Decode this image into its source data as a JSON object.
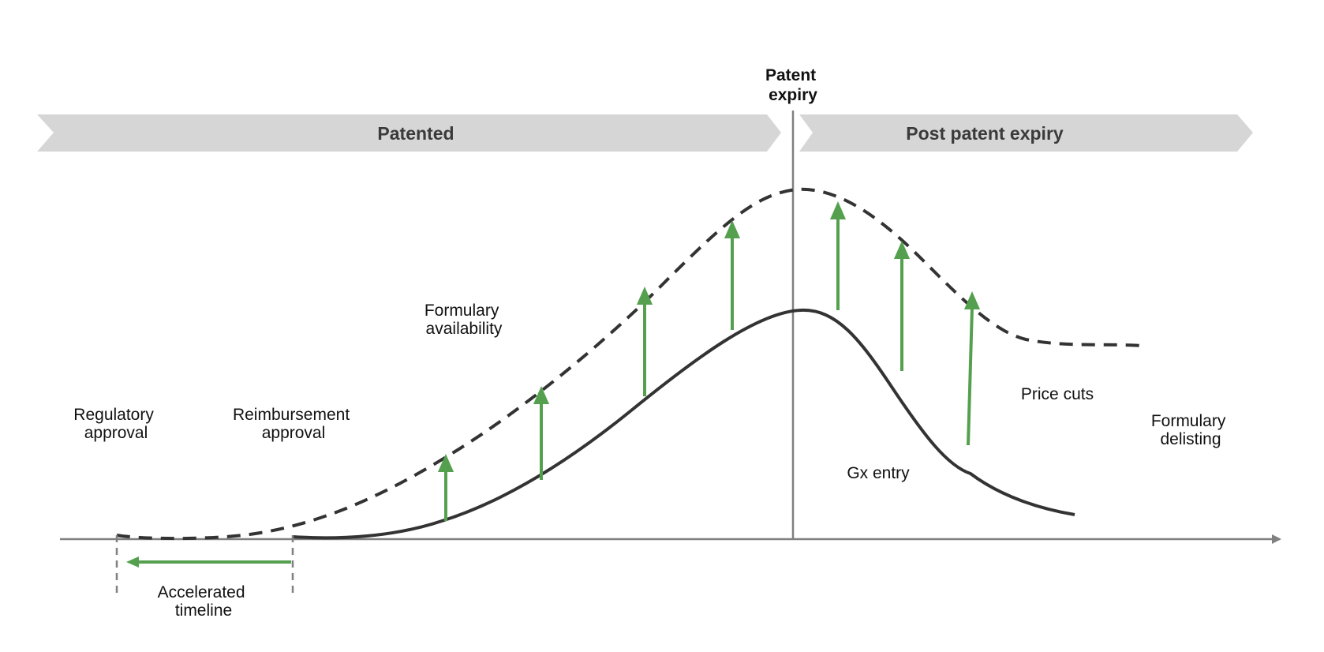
{
  "patent_expiry": {
    "line1": "Patent",
    "line2": "expiry"
  },
  "phases": {
    "patented": "Patented",
    "post_patent": "Post patent expiry"
  },
  "labels": {
    "regulatory": {
      "line1": "Regulatory",
      "line2": "approval"
    },
    "reimbursement": {
      "line1": "Reimbursement",
      "line2": "approval"
    },
    "formulary_availability": {
      "line1": "Formulary",
      "line2": "availability"
    },
    "price_cuts": "Price cuts",
    "formulary_delisting": {
      "line1": "Formulary",
      "line2": "delisting"
    },
    "gx_entry": "Gx entry",
    "accelerated": {
      "line1": "Accelerated",
      "line2": "timeline"
    }
  },
  "colors": {
    "arrow_green": "#55a04f",
    "curve": "#333333",
    "axis": "#808080",
    "banner": "#d6d6d6",
    "banner_text": "#3a3a3a"
  }
}
